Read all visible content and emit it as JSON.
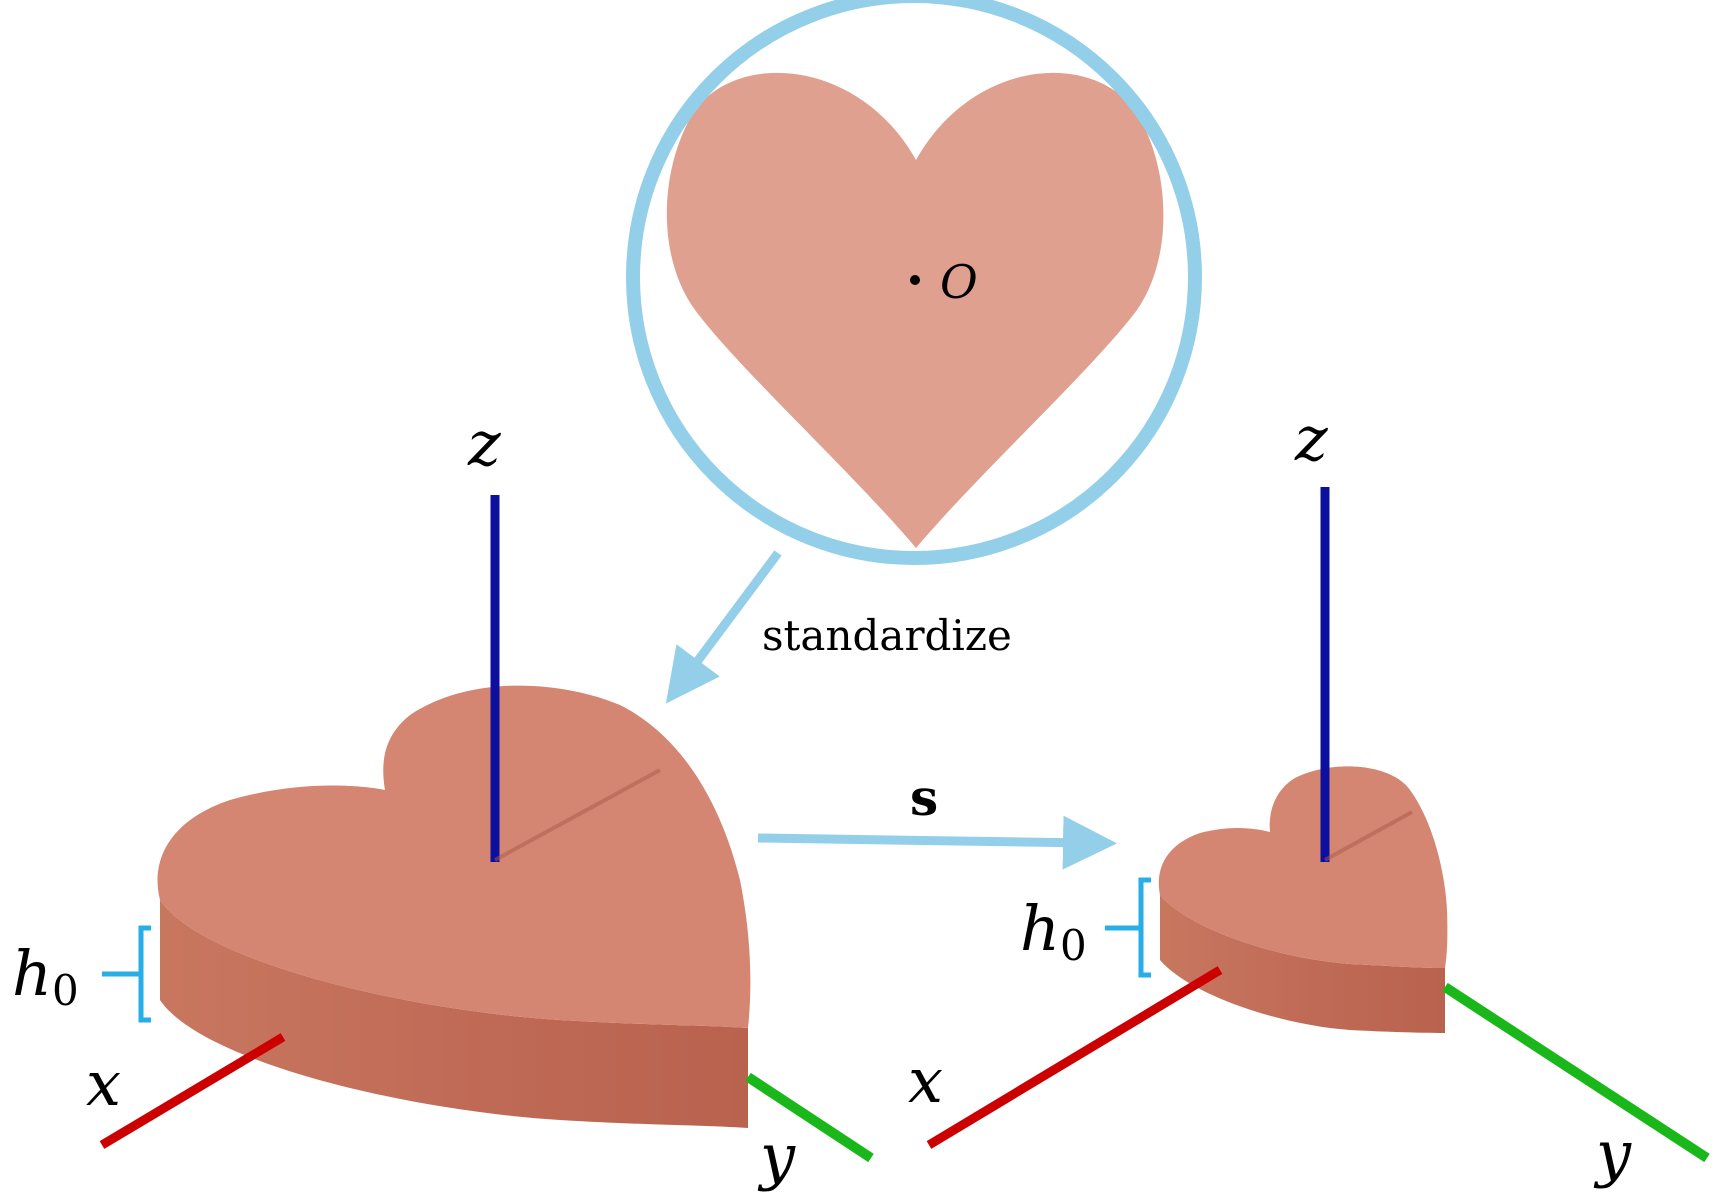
{
  "circle_view": {
    "origin_label": "O"
  },
  "arrows": {
    "standardize_label": "standardize",
    "scale_label": "s"
  },
  "left_model": {
    "z_label": "z",
    "x_label": "x",
    "y_label": "y",
    "height_label": "h",
    "height_subscript": "0"
  },
  "right_model": {
    "z_label": "z",
    "x_label": "x",
    "y_label": "y",
    "height_label": "h",
    "height_subscript": "0"
  },
  "colors": {
    "heart_flat": "#dfa08f",
    "heart_top": "#d48672",
    "heart_side": "#c26e5a",
    "circle_and_arrows": "#93cfe9",
    "bracket": "#27aee6",
    "axis_x": "#cc0000",
    "axis_y": "#19b719",
    "axis_z": "#0d109f"
  }
}
